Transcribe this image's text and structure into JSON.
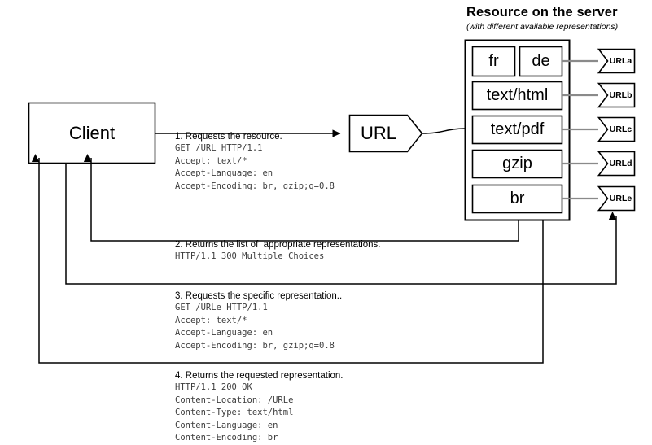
{
  "diagram": {
    "server": {
      "title": "Resource on the server",
      "subtitle": "(with different available representations)",
      "representations": [
        {
          "id": "rep-fr",
          "label": "fr"
        },
        {
          "id": "rep-de",
          "label": "de"
        },
        {
          "id": "rep-text-html",
          "label": "text/html"
        },
        {
          "id": "rep-text-pdf",
          "label": "text/pdf"
        },
        {
          "id": "rep-gzip",
          "label": "gzip"
        },
        {
          "id": "rep-br",
          "label": "br"
        }
      ],
      "url_tags": [
        {
          "id": "urla",
          "label": "URLa"
        },
        {
          "id": "urlb",
          "label": "URLb"
        },
        {
          "id": "urlc",
          "label": "URLc"
        },
        {
          "id": "urld",
          "label": "URLd"
        },
        {
          "id": "urle",
          "label": "URLe"
        }
      ]
    },
    "client": {
      "label": "Client"
    },
    "url_node": {
      "label": "URL"
    },
    "steps": [
      {
        "id": "step-1",
        "title": "1. Requests the resource.",
        "code": "GET /URL HTTP/1.1\nAccept: text/*\nAccept-Language: en\nAccept-Encoding: br, gzip;q=0.8"
      },
      {
        "id": "step-2",
        "title": "2. Returns the list of  appropriate representations.",
        "code": "HTTP/1.1 300 Multiple Choices"
      },
      {
        "id": "step-3",
        "title": "3. Requests the specific representation..",
        "code": "GET /URLe HTTP/1.1\nAccept: text/*\nAccept-Language: en\nAccept-Encoding: br, gzip;q=0.8"
      },
      {
        "id": "step-4",
        "title": "4. Returns the requested representation.",
        "code": "HTTP/1.1 200 OK\nContent-Location: /URLe\nContent-Type: text/html\nContent-Language: en\nContent-Encoding: br"
      }
    ],
    "colors": {
      "stroke": "#000000",
      "connector": "#8a8a8a",
      "code_text": "#3d3d3d",
      "background": "#ffffff"
    }
  }
}
